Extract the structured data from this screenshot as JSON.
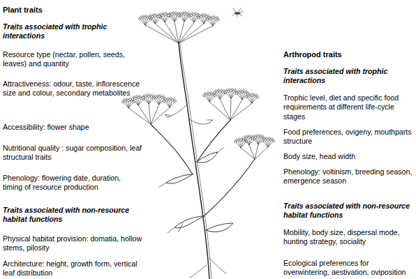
{
  "diagram": {
    "labels": [
      "Plant traits",
      "Traits associated with trophic interactions",
      "Resource type (nectar, pollen, seeds, leaves) and quantity",
      "Attractiveness: odour, taste, inflorescence size and colour, secondary metabolites",
      "Accessibility: flower shape",
      "Nutritional quality : sugar composition, leaf structural traits",
      "Phenology: flowering date, duration, timing of resource production",
      "Traits associated with non-resource habitat functions",
      "Physical habitat provision: domatia, hollow stems, pilosity",
      "Architecture: height, growth form, vertical leaf distribution",
      "Arthropod traits",
      "Traits associated with trophic interactions",
      "Trophic level, diet and specific food requirements at different life-cycle stages",
      "Food preferences, ovigeny, mouthparts structure",
      "Body size, head width",
      "Phenology: voltinism, breeding season, emergence season",
      "Traits associated with non-resource habitat functions",
      "Mobility, body size, dispersal mode, hunting strategy, sociality",
      "Ecological preferences for overwintering, aestivation, oviposition"
    ]
  }
}
